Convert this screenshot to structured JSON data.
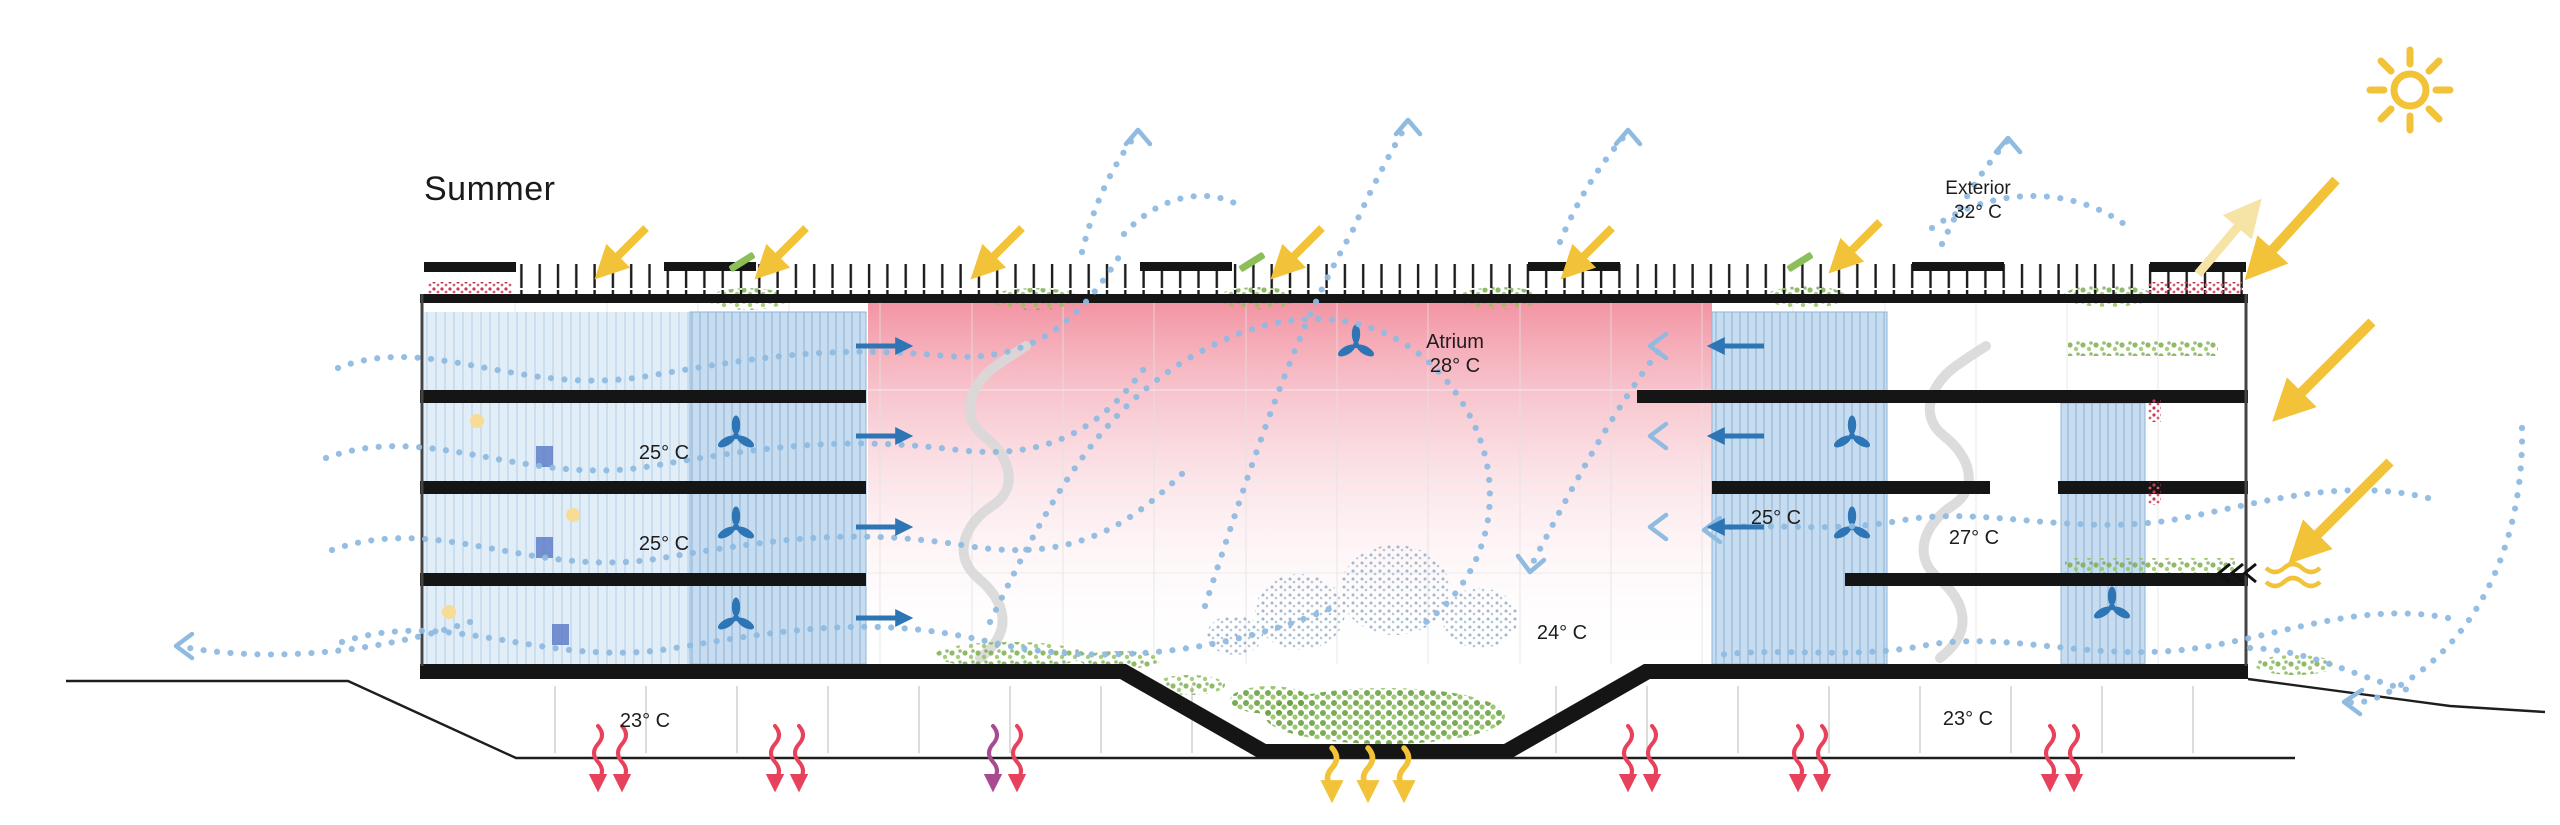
{
  "title": "Summer",
  "exterior": {
    "line1": "Exterior",
    "line2": "32° C"
  },
  "atrium": {
    "line1": "Atrium",
    "line2": "28° C"
  },
  "temperatures": {
    "left_floor2": "25° C",
    "left_floor3": "25° C",
    "right_block": "25° C",
    "right_outer": "27° C",
    "atrium_lower": "24° C",
    "ground_left": "23° C",
    "ground_right": "23° C"
  },
  "icons": {
    "sun": "circle-with-rays",
    "fan": "three-blade-rotor",
    "solar_arrow": "thick-diagonal-arrow",
    "airflow": "dotted-curve",
    "heat_loss_arrow": "wavy-vertical-arrow"
  },
  "colors": {
    "solar": "#F2C238",
    "solar_pale": "#F6E3A6",
    "airflow": "#8FBBE0",
    "mechanical_blue": "#2E75B6",
    "heat_red": "#E8415C",
    "geothermal_purple": "#A84A8F",
    "atrium_heat": "#EA4A63",
    "glazing": "#C7DDEF",
    "vegetation": "#7DAF4B",
    "structure": "#151515"
  }
}
